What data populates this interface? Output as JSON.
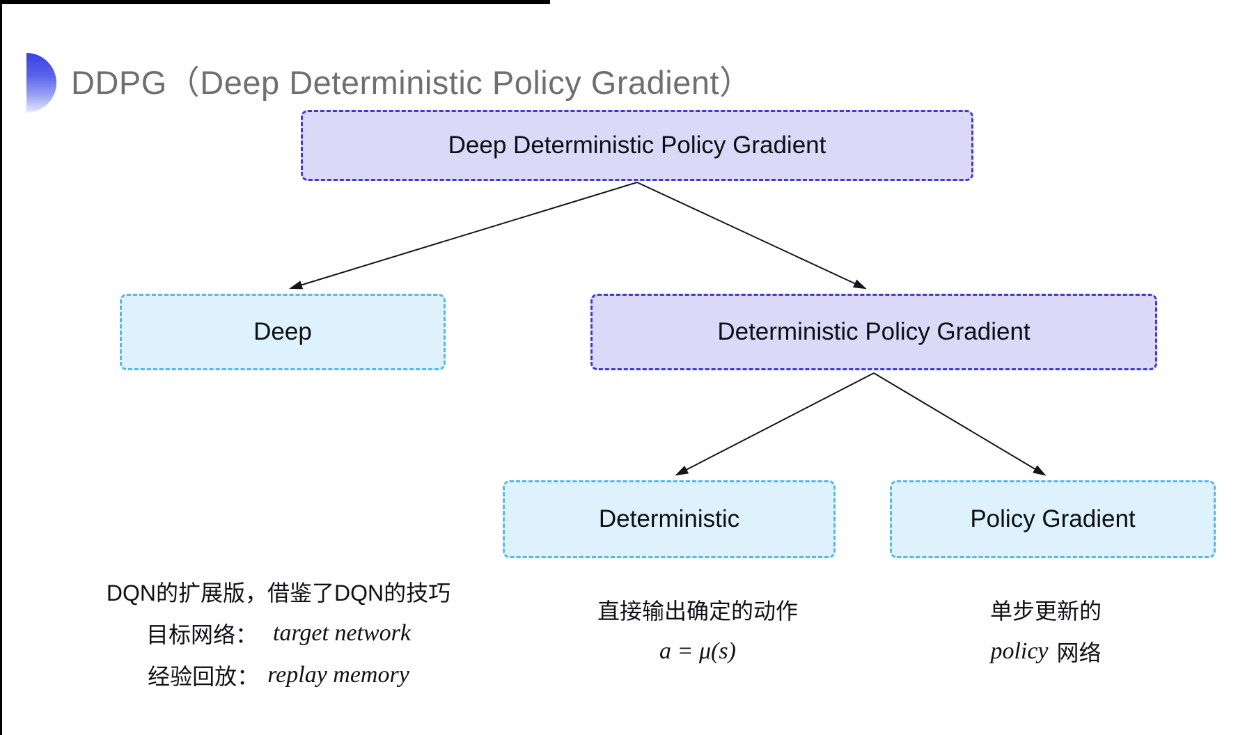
{
  "title": {
    "text": "DDPG（Deep Deterministic Policy Gradient）"
  },
  "colors": {
    "purple-fill": "#dcd9f8",
    "purple-border": "#3c3ccc",
    "cyan-fill": "#ddf2fc",
    "cyan-border": "#57b7e7",
    "title-gray": "#6f6f6f",
    "arrow": "#14141e"
  },
  "nodes": {
    "root": {
      "label": "Deep Deterministic Policy Gradient",
      "variant": "purple"
    },
    "deep": {
      "label": "Deep",
      "variant": "cyan"
    },
    "dpg": {
      "label": "Deterministic Policy Gradient",
      "variant": "purple"
    },
    "deterministic": {
      "label": "Deterministic",
      "variant": "cyan"
    },
    "policy_gradient": {
      "label": "Policy Gradient",
      "variant": "cyan"
    }
  },
  "notes": {
    "deep": {
      "line1": "DQN的扩展版，借鉴了DQN的技巧",
      "line2_label": "目标网络：",
      "line2_value": "target network",
      "line3_label": "经验回放：",
      "line3_value": "replay memory"
    },
    "deterministic": {
      "line1": "直接输出确定的动作",
      "line2": "a = μ(s)"
    },
    "policy_gradient": {
      "line1": "单步更新的",
      "line2_italic": "policy",
      "line2_rest": "网络"
    }
  }
}
